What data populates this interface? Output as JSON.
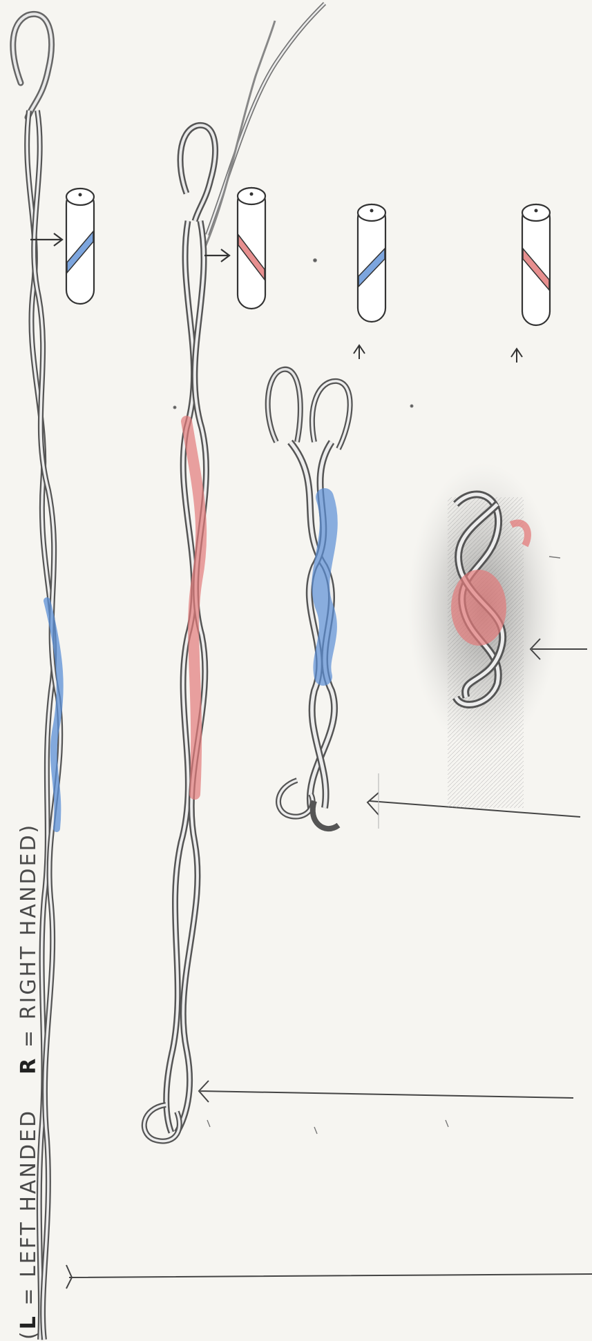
{
  "caption": {
    "open_paren": "(",
    "left_code": "L",
    "left_text": "= LEFT HANDED",
    "right_code": "R",
    "right_text": "= RIGHT HANDED",
    "close_paren": ")"
  },
  "colors": {
    "paper": "#f6f5f1",
    "ink": "#3a3a3a",
    "blue_strand": "#5b8fd6",
    "red_strand": "#e37b7b"
  },
  "figures": [
    {
      "name": "strand-1-twist",
      "twist_color": "blue",
      "hand": "left"
    },
    {
      "name": "strand-2-twist",
      "twist_color": "red",
      "hand": "right"
    },
    {
      "name": "strand-3-braid",
      "twist_color": "blue",
      "hand": "left"
    },
    {
      "name": "strand-4-knot",
      "twist_color": "red",
      "hand": "right"
    }
  ]
}
